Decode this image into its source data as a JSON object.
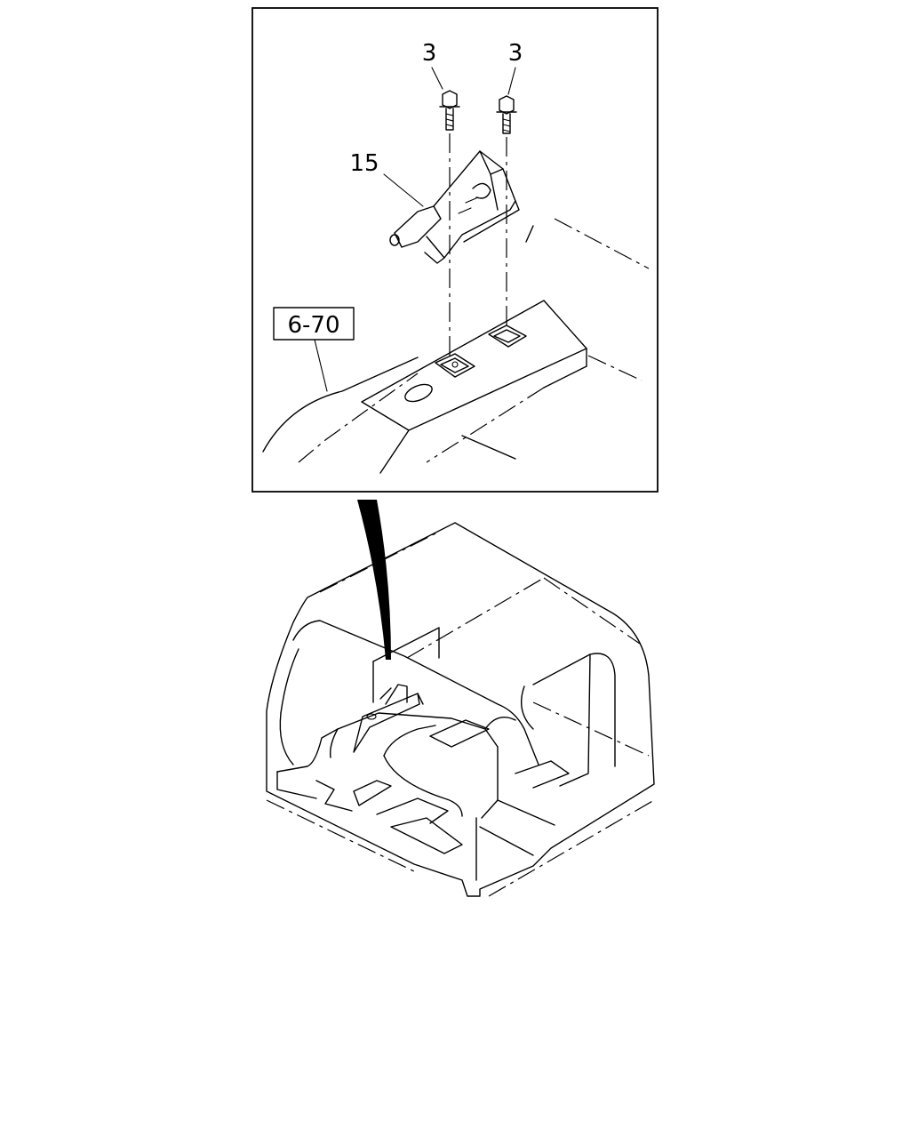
{
  "callouts": {
    "bolt_left": "3",
    "bolt_right": "3",
    "bracket": "15",
    "reference": "6-70"
  },
  "colors": {
    "line": "#000000",
    "background": "#ffffff"
  }
}
